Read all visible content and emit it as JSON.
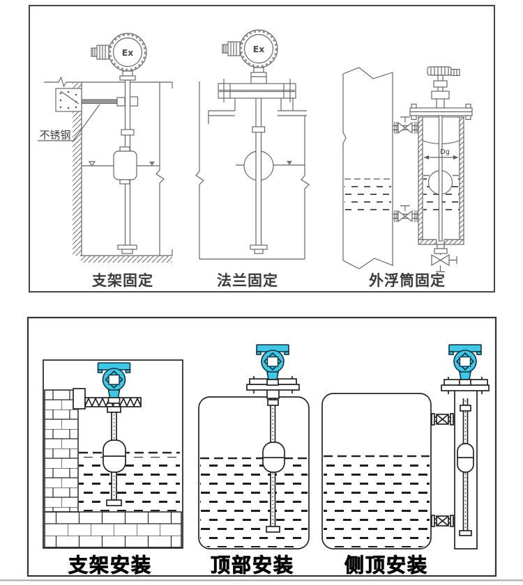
{
  "colors": {
    "accent": "#3EC7E6",
    "top_line": "#606060",
    "bottom_line": "#222222"
  },
  "top_panel": {
    "captions": {
      "bracket": "支架固定",
      "flange": "法兰固定",
      "chamber": "外浮筒固定"
    },
    "labels": {
      "steel": "不锈钢",
      "ex1": "Ex",
      "ex2": "Ex",
      "dg": "Dg"
    }
  },
  "bottom_panel": {
    "captions": {
      "bracket": "支架安装",
      "top": "顶部安装",
      "side": "侧顶安装"
    }
  }
}
